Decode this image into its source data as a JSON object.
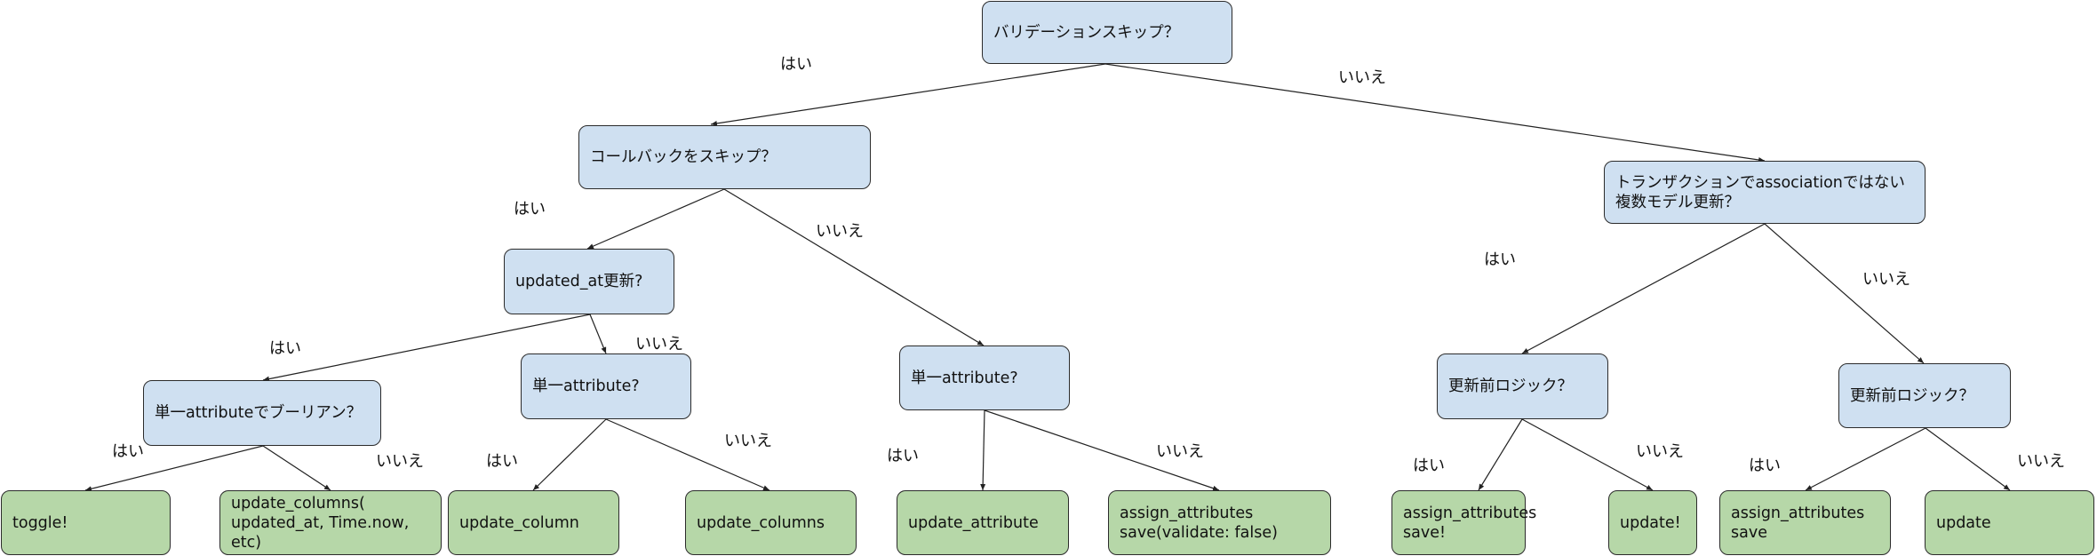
{
  "nodes": {
    "q_validation_skip": "バリデーションスキップ？",
    "q_callback_skip": "コールバックをスキップ？",
    "q_transaction": "トランザクションでassociationではない複数モデル更新？",
    "q_updated_at": "updated_at更新?",
    "q_single_attr_boolean": "単一attributeでブーリアン？",
    "q_single_attr_1": "単一attribute?",
    "q_single_attr_2": "単一attribute?",
    "q_pre_update_logic_1": "更新前ロジック？",
    "q_pre_update_logic_2": "更新前ロジック？",
    "a_toggle": "toggle!",
    "a_update_columns_timestamp": "update_columns(\nupdated_at, Time.now, etc)",
    "a_update_column": "update_column",
    "a_update_columns": "update_columns",
    "a_update_attribute": "update_attribute",
    "a_assign_save_validate_false": "assign_attributes\nsave(validate: false)",
    "a_assign_save_bang": "assign_attributes\nsave!",
    "a_update_bang": "update!",
    "a_assign_save": "assign_attributes\nsave",
    "a_update": "update"
  },
  "edges": {
    "e1_yes": "はい",
    "e1_no": "いいえ",
    "e2_yes": "はい",
    "e2_no": "いいえ",
    "e3_yes": "はい",
    "e3_no": "いいえ",
    "e4_yes": "はい",
    "e4_no": "いいえ",
    "e5_yes": "はい",
    "e5_no": "いいえ",
    "e6_yes": "はい",
    "e6_no": "いいえ",
    "e7_yes": "はい",
    "e7_no": "いいえ",
    "e8_yes": "はい",
    "e8_no": "いいえ",
    "e9_yes": "はい",
    "e9_no": "いいえ"
  },
  "colors": {
    "question_fill": "#cfe0f1",
    "answer_fill": "#b6d7a8"
  }
}
